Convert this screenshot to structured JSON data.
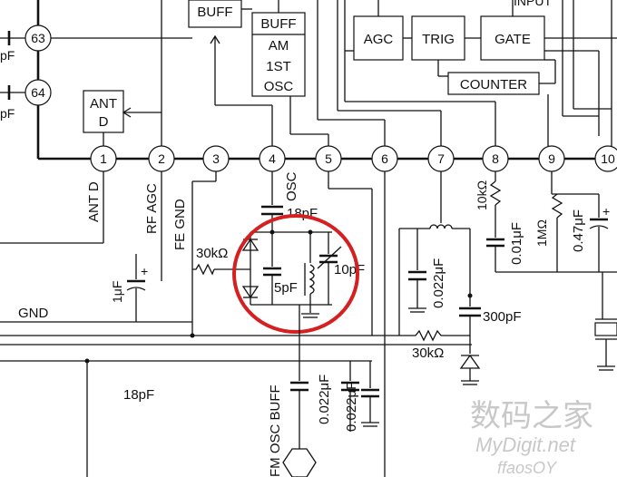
{
  "blocks": {
    "buff_top": "BUFF",
    "buff_osc_line1": "BUFF",
    "buff_osc_line2": "AM",
    "buff_osc_line3": "1ST",
    "buff_osc_line4": "OSC",
    "agc": "AGC",
    "trig": "TRIG",
    "gate": "GATE",
    "counter": "COUNTER",
    "ant_d_line1": "ANT",
    "ant_d_line2": "D",
    "input_partial": "INPUT"
  },
  "pins": {
    "p63": "63",
    "p64": "64",
    "p1": "1",
    "p2": "2",
    "p3": "3",
    "p4": "4",
    "p5": "5",
    "p6": "6",
    "p7": "7",
    "p8": "8",
    "p9": "9",
    "p10": "10"
  },
  "pin_labels": {
    "ant_d": "ANT D",
    "rf_agc": "RF AGC",
    "fe_gnd": "FE GND",
    "osc": "OSC",
    "fm_osc_buff": "FM OSC BUFF"
  },
  "components": {
    "c_18pf_top": "18pF",
    "r_30k_left": "30kΩ",
    "c_5pf": "5pF",
    "c_10pf": "10pF",
    "c_1uf": "1μF",
    "c_0022_pin7": "0.022μF",
    "c_300pf": "300pF",
    "r_30k_right": "30kΩ",
    "c_0022_a": "0.022μF",
    "c_0022_b": "0.022μF",
    "c_18pf_bottom": "18pF",
    "r_10k": "10kΩ",
    "c_001uf": "0.01μF",
    "r_1m": "1MΩ",
    "c_047uf": "0.47μF",
    "pf_top_left_a": "pF",
    "pf_top_left_b": "pF",
    "gnd": "GND",
    "plus": "+"
  },
  "watermark": {
    "cn": "数码之家",
    "en": "MyDigit.net",
    "tag": "ffaosOY"
  },
  "highlight_color": "#d42020"
}
